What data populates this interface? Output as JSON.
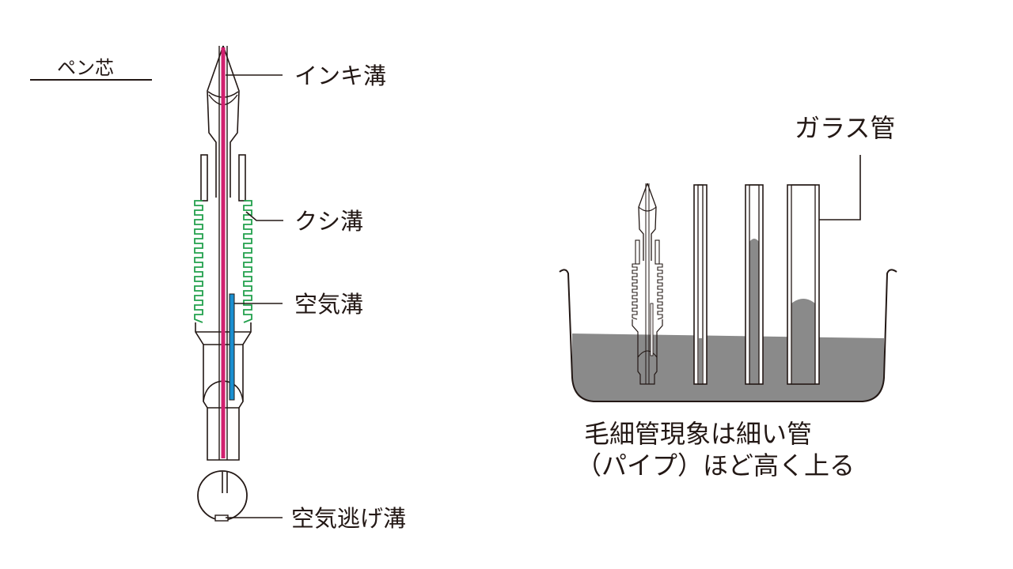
{
  "labels": {
    "pen_core": "ペン芯",
    "ink_groove": "インキ溝",
    "comb_groove": "クシ溝",
    "air_groove": "空気溝",
    "air_escape_groove": "空気逃げ溝",
    "glass_tube": "ガラス管",
    "caption_line1": "毛細管現象は細い管",
    "caption_line2": "（パイプ）ほど高く上る"
  },
  "colors": {
    "outline": "#231815",
    "ink_groove": "#d1206f",
    "comb_groove": "#22a04c",
    "air_groove": "#1a8fd0",
    "liquid": "#8a8a8a"
  }
}
